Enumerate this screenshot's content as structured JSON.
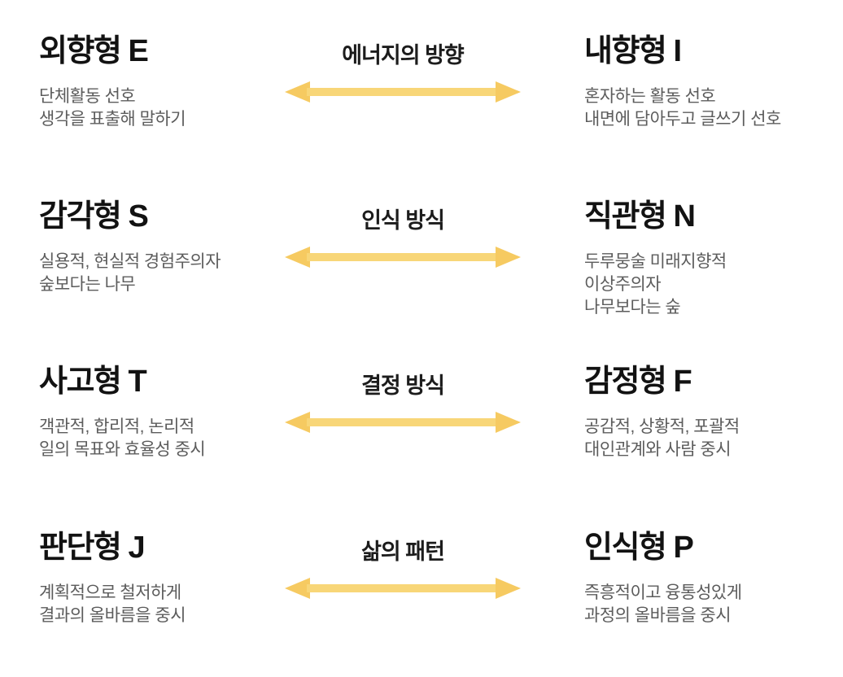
{
  "colors": {
    "background": "#ffffff",
    "title": "#121212",
    "description": "#5c5c5c",
    "label": "#1c1c1c",
    "arrow_head": "#f6ca61",
    "arrow_shaft": "#f8d678"
  },
  "rows": [
    {
      "dimension_label": "에너지의 방향",
      "left": {
        "title": "외향형 E",
        "description_lines": [
          "단체활동 선호",
          "생각을 표출해 말하기"
        ]
      },
      "right": {
        "title": "내향형 I",
        "description_lines": [
          "혼자하는 활동 선호",
          "내면에 담아두고 글쓰기 선호"
        ]
      }
    },
    {
      "dimension_label": "인식 방식",
      "left": {
        "title": "감각형 S",
        "description_lines": [
          "실용적, 현실적 경험주의자",
          "숲보다는 나무"
        ]
      },
      "right": {
        "title": "직관형 N",
        "description_lines": [
          "두루뭉술 미래지향적",
          "이상주의자",
          "나무보다는 숲"
        ]
      }
    },
    {
      "dimension_label": "결정 방식",
      "left": {
        "title": "사고형 T",
        "description_lines": [
          "객관적, 합리적, 논리적",
          "일의 목표와 효율성 중시"
        ]
      },
      "right": {
        "title": "감정형 F",
        "description_lines": [
          "공감적, 상황적, 포괄적",
          "대인관계와 사람 중시"
        ]
      }
    },
    {
      "dimension_label": "삶의 패턴",
      "left": {
        "title": "판단형 J",
        "description_lines": [
          "계획적으로 철저하게",
          "결과의 올바름을 중시"
        ]
      },
      "right": {
        "title": "인식형 P",
        "description_lines": [
          "즉흥적이고 융통성있게",
          "과정의 올바름을 중시"
        ]
      }
    }
  ]
}
